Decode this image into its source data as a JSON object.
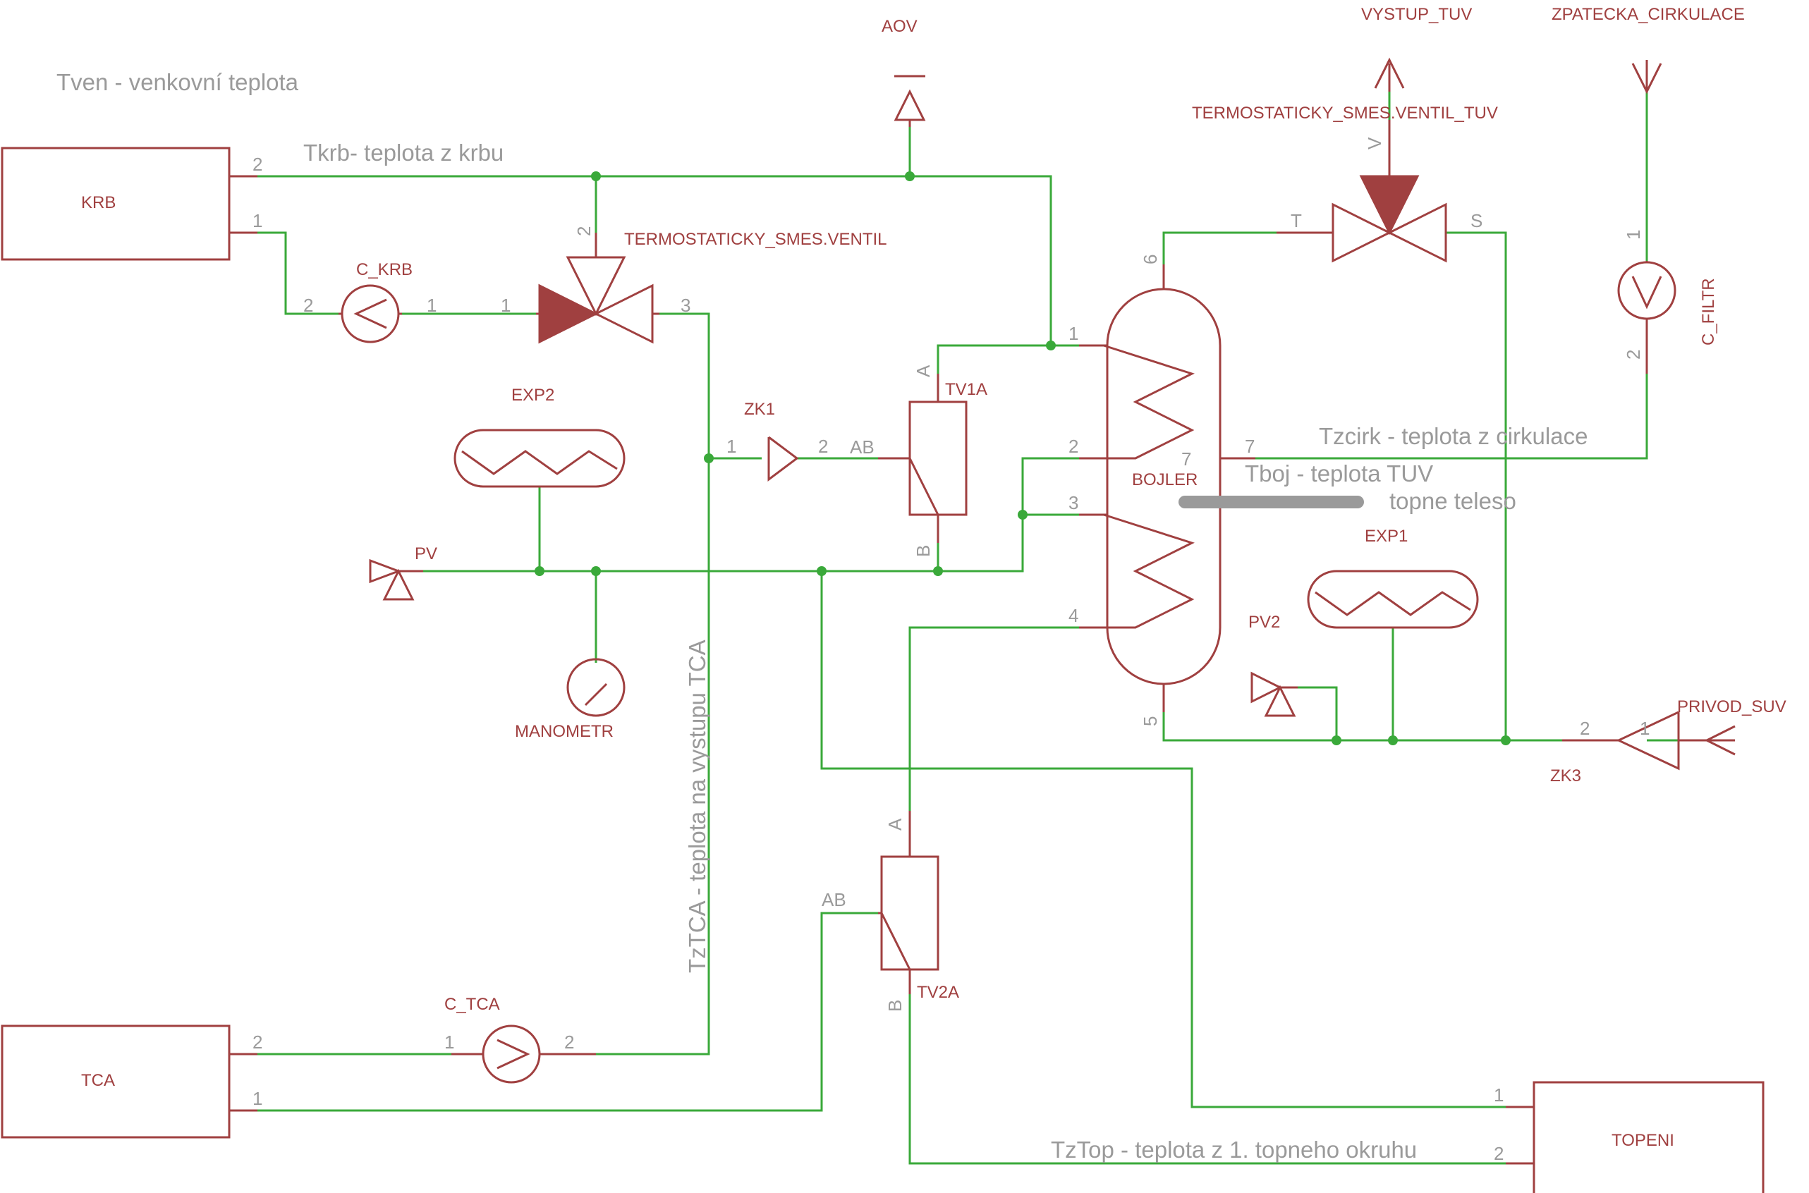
{
  "free_notes": {
    "tven": "Tven - venkovní teplota",
    "tkrb": "Tkrb- teplota z krbu",
    "tzcirk": "Tzcirk - teplota z cirkulace",
    "tboj": "Tboj - teplota TUV",
    "topne_teleso": "topne teleso",
    "tztca": "TzTCA - teplota na vystupu TCA",
    "tztop": "TzTop - teplota z 1. topneho okruhu"
  },
  "parts": {
    "krb": "KRB",
    "tca": "TCA",
    "topeni": "TOPENI",
    "bojler": "BOJLER",
    "c_krb": "C_KRB",
    "c_tca": "C_TCA",
    "c_filtr": "C_FILTR",
    "ts_ventil": "TERMOSTATICKY_SMES.VENTIL",
    "ts_ventil_tuv": "TERMOSTATICKY_SMES.VENTIL_TUV",
    "exp1": "EXP1",
    "exp2": "EXP2",
    "pv": "PV",
    "pv2": "PV2",
    "manometr": "MANOMETR",
    "zk1": "ZK1",
    "zk3": "ZK3",
    "tv1a": "TV1A",
    "tv2a": "TV2A",
    "aov": "AOV",
    "vystup_tuv": "VYSTUP_TUV",
    "zpatecka": "ZPATECKA_CIRKULACE",
    "privod_suv": "PRIVOD_SUV"
  },
  "pins": {
    "krb_2": "2",
    "krb_1": "1",
    "tca_2": "2",
    "tca_1": "1",
    "topeni_1": "1",
    "topeni_2": "2",
    "ckrb_2": "2",
    "ckrb_1": "1",
    "ctca_1": "1",
    "ctca_2": "2",
    "cfiltr_1": "1",
    "cfiltr_2": "2",
    "tsv_2": "2",
    "tsv_1": "1",
    "tsv_3": "3",
    "tuv_v": "V",
    "tuv_t": "T",
    "tuv_s": "S",
    "boj_6": "6",
    "boj_1": "1",
    "boj_2": "2",
    "boj_3": "3",
    "boj_4": "4",
    "boj_5": "5",
    "boj_7": "7",
    "boj_7b": "7",
    "zk1_1": "1",
    "zk1_2": "2",
    "zk3_2": "2",
    "zk3_1": "1",
    "tv1a_a": "A",
    "tv1a_ab": "AB",
    "tv1a_b": "B",
    "tv2a_a": "A",
    "tv2a_ab": "AB",
    "tv2a_b": "B"
  }
}
